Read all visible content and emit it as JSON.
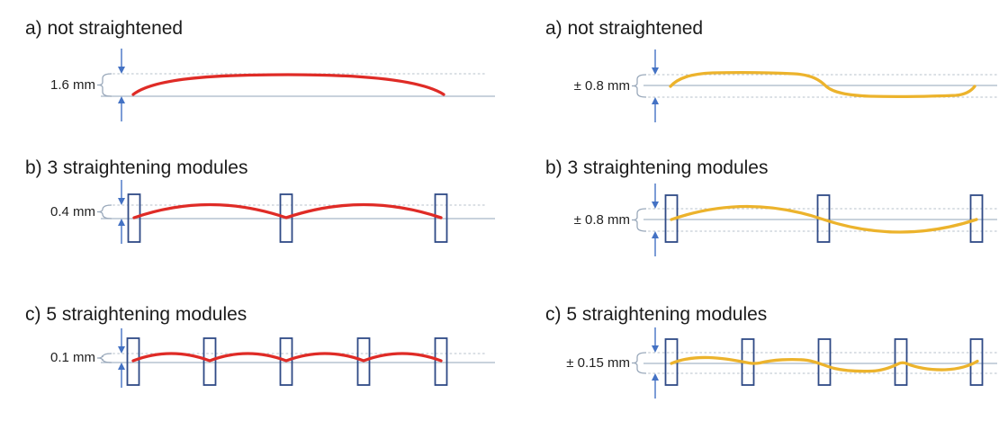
{
  "figure": {
    "background": "#ffffff",
    "colors": {
      "module_stroke": "#2f4a86",
      "arrow_blue": "#4472c4",
      "baseline": "#a8b6c6",
      "tolerance_dash": "#b7c1cb",
      "brace": "#9aa9bb",
      "title_text": "#1b1b1b",
      "label_text": "#222222"
    },
    "icons": {
      "dimension_top": "arrow-down-icon",
      "dimension_bottom": "arrow-up-icon"
    },
    "columns": [
      {
        "id": "bow-height",
        "curve_color": "#df2b26",
        "tolerance_mode": "above",
        "panels": [
          {
            "title": "a) not straightened",
            "dimension_label": "1.6 mm",
            "deviation_mm": 1.6,
            "modules": 0
          },
          {
            "title": "b) 3 straightening modules",
            "dimension_label": "0.4 mm",
            "deviation_mm": 0.4,
            "modules": 3
          },
          {
            "title": "c) 5 straightening modules",
            "dimension_label": "0.1 mm",
            "deviation_mm": 0.1,
            "modules": 5
          }
        ]
      },
      {
        "id": "waviness",
        "curve_color": "#ecb32c",
        "tolerance_mode": "plus-minus",
        "panels": [
          {
            "title": "a) not straightened",
            "dimension_label": "± 0.8 mm",
            "deviation_mm": 0.8,
            "modules": 0
          },
          {
            "title": "b) 3 straightening modules",
            "dimension_label": "± 0.8 mm",
            "deviation_mm": 0.8,
            "modules": 3
          },
          {
            "title": "c) 5 straightening modules",
            "dimension_label": "± 0.15 mm",
            "deviation_mm": 0.15,
            "modules": 5
          }
        ]
      }
    ]
  }
}
